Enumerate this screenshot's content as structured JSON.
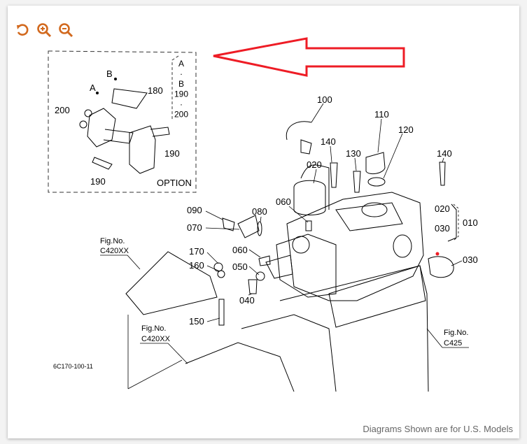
{
  "toolbar": {
    "reset_icon": "rotate-ccw-icon",
    "zoom_in_icon": "zoom-in-icon",
    "zoom_out_icon": "zoom-out-icon",
    "icon_color": "#d2691e"
  },
  "diagram": {
    "code": "6C170-100-11",
    "annotation_color": "#ee1c25",
    "option_box": {
      "title": "OPTION",
      "labels": [
        "B",
        "A",
        "180",
        "200",
        "190",
        "190"
      ],
      "bracket": [
        "A",
        "·",
        "B",
        "190",
        "·",
        "200"
      ]
    },
    "part_labels": {
      "p100": "100",
      "p110": "110",
      "p120": "120",
      "p140a": "140",
      "p130": "130",
      "p020": "020",
      "p140b": "140",
      "p060a": "060",
      "p090": "090",
      "p080": "080",
      "p070": "070",
      "p020b": "020",
      "p030b": "030",
      "p010": "010",
      "p060b": "060",
      "p170": "170",
      "p160": "160",
      "p050": "050",
      "p040": "040",
      "p030": "030",
      "p150": "150"
    },
    "fig_refs": [
      {
        "title": "Fig.No.",
        "code": "C420XX"
      },
      {
        "title": "Fig.No.",
        "code": "C420XX"
      },
      {
        "title": "Fig.No.",
        "code": "C425"
      }
    ]
  },
  "footer": {
    "note": "Diagrams Shown are for U.S. Models"
  }
}
